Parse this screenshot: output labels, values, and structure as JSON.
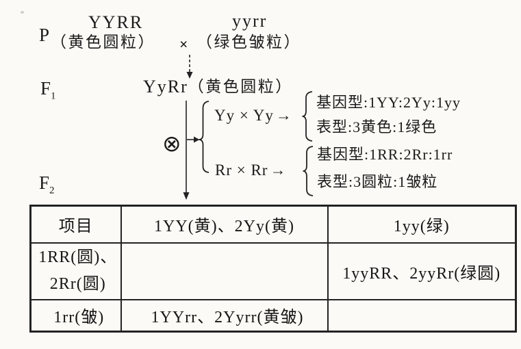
{
  "figure": {
    "bg_color": "#fbfaf6",
    "ink_color": "#1b1b1b",
    "icons": {
      "selfing_cross_icon": "⊗",
      "down_arrow_icon": "↓",
      "right_arrow_icon": "→"
    }
  },
  "p_row": {
    "label": "P",
    "left_genotype": "YYRR",
    "left_phenotype": "（黄色圆粒）",
    "cross_symbol": "×",
    "right_genotype": "yyrr",
    "right_phenotype": "（绿色皱粒）"
  },
  "f1_row": {
    "label": "F",
    "label_sub": "1",
    "genotype": "YyRr",
    "phenotype": "（黄色圆粒）",
    "selfing_symbol": "⊗"
  },
  "branches": [
    {
      "cross": "Yy × Yy",
      "arrow": "→",
      "genotype_ratio": "基因型:1YY:2Yy:1yy",
      "phenotype_ratio": "表型:3黄色:1绿色"
    },
    {
      "cross": "Rr × Rr",
      "arrow": "→",
      "genotype_ratio": "基因型:1RR:2Rr:1rr",
      "phenotype_ratio": "表型:3圆粒:1皱粒"
    }
  ],
  "f2_row": {
    "label": "F",
    "label_sub": "2"
  },
  "f2_table": {
    "header": [
      "项目",
      "1YY(黄)、2Yy(黄)",
      "1yy(绿)"
    ],
    "row_round": {
      "label_line1": "1RR(圆)、",
      "label_line2": "2Rr(圆)",
      "yellow_cell": "",
      "green_cell": "1yyRR、2yyRr(绿圆)"
    },
    "row_wrinkled": {
      "label": "1rr(皱)",
      "yellow_cell": "1YYrr、2Yyrr(黄皱)",
      "green_cell": ""
    }
  }
}
